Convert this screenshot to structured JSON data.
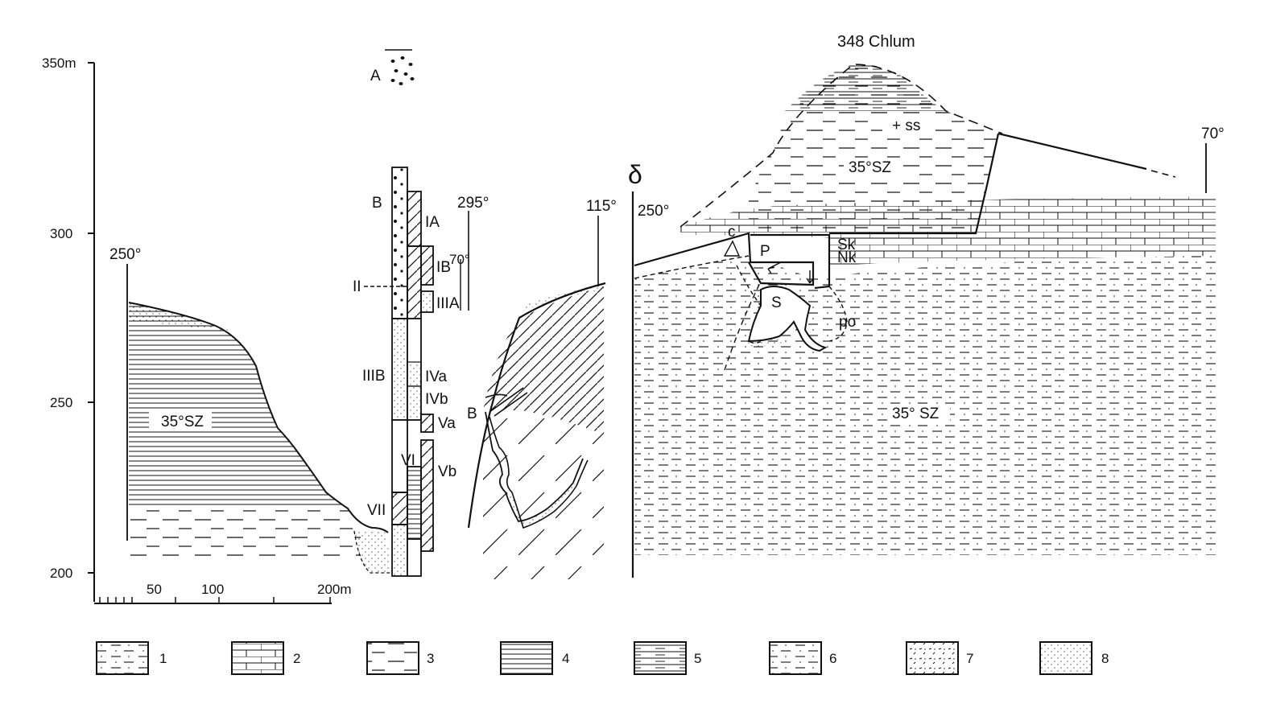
{
  "colors": {
    "ink": "#111111",
    "paper": "#ffffff"
  },
  "vertical_axis": {
    "ticks": [
      "350m",
      "300",
      "250",
      "200"
    ]
  },
  "horizontal_scale": {
    "ticks": [
      "50",
      "100",
      "200m"
    ]
  },
  "left_section": {
    "bearing": "250°",
    "dip": "35°SZ"
  },
  "column": {
    "left_labels": [
      "B",
      "II",
      "IIIB",
      "VII"
    ],
    "right_labels": [
      "IA",
      "IB",
      "IIIA",
      "IVa",
      "IVb",
      "Va",
      "VI",
      "Vb"
    ],
    "top_label": "A",
    "sub_bearing": "295°",
    "sub_angle": "70°"
  },
  "middle_section": {
    "bearing": "115°",
    "label": "B"
  },
  "right_section": {
    "peak": "348 Chlum",
    "symbol": "δ",
    "bearing_left": "250°",
    "bearing_right": "70°",
    "ss": "+ ss",
    "dip_upper": "35°SZ",
    "dip_lower": "35° SZ",
    "labels": {
      "c": "c",
      "p": "P",
      "s": "S",
      "sk": "Sk",
      "nk": "Nk",
      "po": "po"
    }
  },
  "legend": [
    "1",
    "2",
    "3",
    "4",
    "5",
    "6",
    "7",
    "8"
  ]
}
